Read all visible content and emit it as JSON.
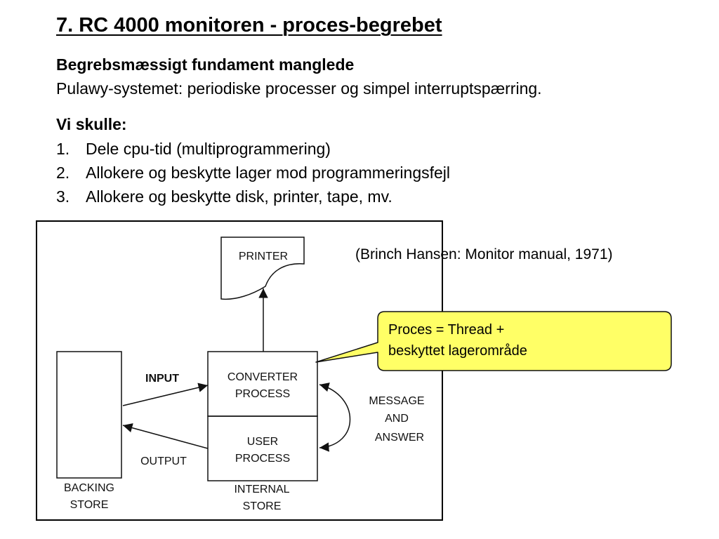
{
  "slide": {
    "title": "7. RC 4000 monitoren - proces-begrebet ",
    "subheading": "Begrebsmæssigt fundament manglede",
    "intro": "Pulawy-systemet: periodiske processer og simpel interruptspærring.",
    "list_heading": "Vi skulle:",
    "list": [
      {
        "num": "1.",
        "text": "Dele cpu-tid (multiprogrammering)"
      },
      {
        "num": "2.",
        "text": "Allokere og beskytte lager mod programmeringsfejl"
      },
      {
        "num": "3.",
        "text": "Allokere og beskytte disk, printer, tape, mv."
      }
    ],
    "citation": "(Brinch Hansen: Monitor manual, 1971)",
    "callout": {
      "line1": "Proces = Thread +",
      "line2": "beskyttet lagerområde",
      "fill": "#ffff66"
    }
  },
  "diagram": {
    "printer": "PRINTER",
    "converter": [
      "CONVERTER",
      "PROCESS"
    ],
    "user": [
      "USER",
      "PROCESS"
    ],
    "input": "INPUT",
    "output": "OUTPUT",
    "message": [
      "MESSAGE",
      "AND",
      "ANSWER"
    ],
    "backing_store": [
      "BACKING",
      "STORE"
    ],
    "internal_store": [
      "INTERNAL",
      "STORE"
    ]
  }
}
